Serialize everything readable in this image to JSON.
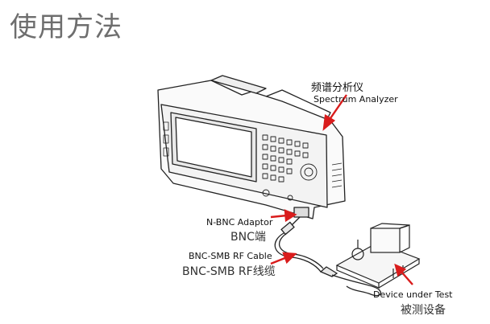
{
  "title": "使用方法",
  "labels": {
    "analyzer_cn": "频谱分析仪",
    "analyzer_en": "Spectrum Analyzer",
    "adaptor_en": "N-BNC Adaptor",
    "adaptor_cn": "BNC端",
    "cable_en": "BNC-SMB RF Cable",
    "cable_cn": "BNC-SMB RF线缆",
    "dut_en": "Device under Test",
    "dut_cn": "被测设备"
  },
  "colors": {
    "arrow": "#d91c1c",
    "outline": "#222222",
    "title": "#6e6e6e"
  }
}
